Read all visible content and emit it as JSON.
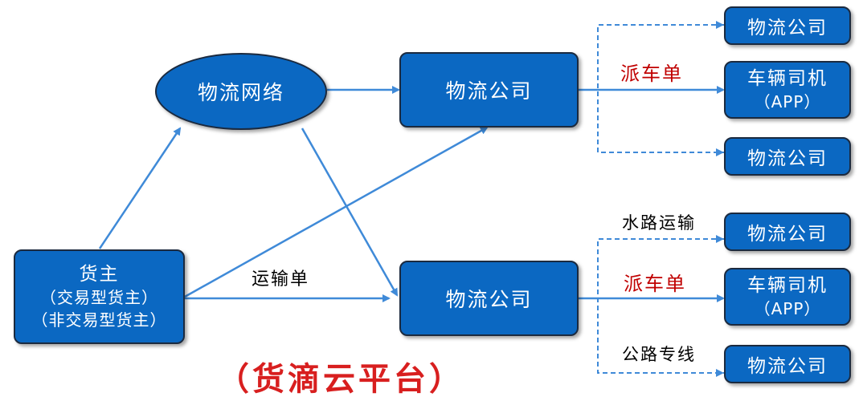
{
  "nodes": {
    "network": "物流网络",
    "company_top": "物流公司",
    "company_bottom": "物流公司",
    "shipper_title": "货主",
    "shipper_line1": "（交易型货主）",
    "shipper_line2": "（非交易型货主）",
    "right_top_1": "物流公司",
    "right_top_driver_line1": "车辆司机",
    "right_top_driver_line2": "（APP）",
    "right_top_3": "物流公司",
    "right_bottom_1": "物流公司",
    "right_bottom_driver_line1": "车辆司机",
    "right_bottom_driver_line2": "（APP）",
    "right_bottom_3": "物流公司"
  },
  "labels": {
    "dispatch_top": "派车单",
    "dispatch_bottom": "派车单",
    "waybill": "运输单",
    "waterway": "水路运输",
    "highway": "公路专线"
  },
  "platform": "（货滴云平台）",
  "colors": {
    "node_fill": "#0b68c2",
    "arrow": "#3f8ad8",
    "emphasis_red": "#c00000",
    "platform_red": "#d81f1f"
  }
}
